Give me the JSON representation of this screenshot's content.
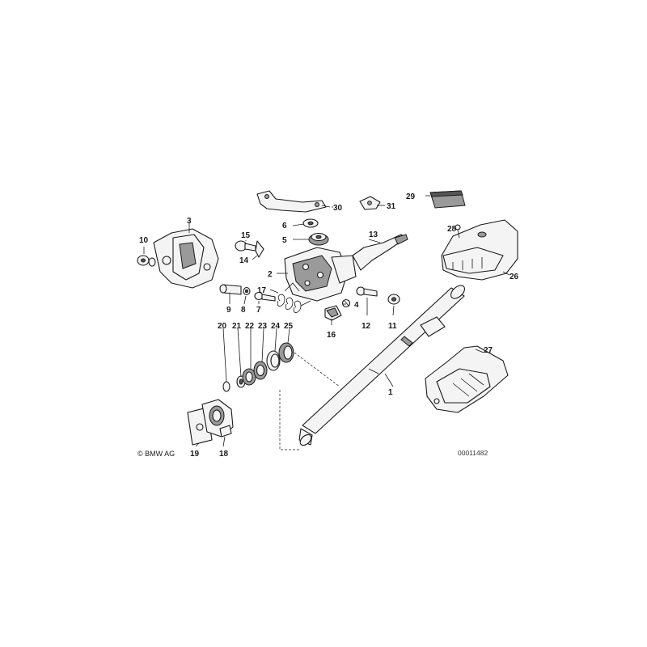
{
  "diagram": {
    "copyright": "© BMW AG",
    "reference_number": "00011482",
    "callouts": [
      "1",
      "2",
      "3",
      "4",
      "5",
      "6",
      "7",
      "8",
      "9",
      "10",
      "11",
      "12",
      "13",
      "14",
      "15",
      "16",
      "17",
      "18",
      "19",
      "20",
      "21",
      "22",
      "23",
      "24",
      "25",
      "26",
      "27",
      "28",
      "29",
      "30",
      "31"
    ]
  }
}
